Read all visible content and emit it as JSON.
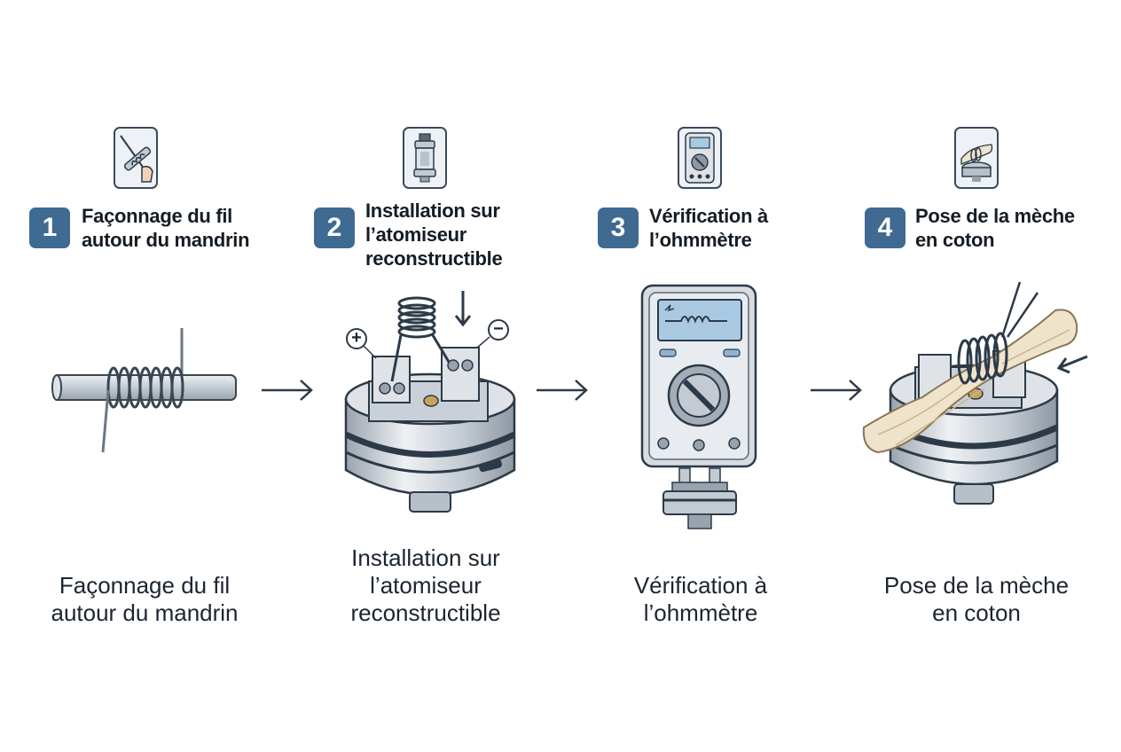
{
  "steps": [
    {
      "number": "1",
      "title_line1": "Façonnage du fil",
      "title_line2": "autour du mandrin",
      "caption_line1": "Façonnage du fil",
      "caption_line2": "autour du mandrin",
      "icon": "coil-winding-icon"
    },
    {
      "number": "2",
      "title_line1": "Installation sur",
      "title_line2": "l’atomiseur",
      "title_line3": "reconstructible",
      "caption_line1": "Installation sur",
      "caption_line2": "l’atomiseur",
      "caption_line3": "reconstructible",
      "icon": "atomizer-tank-icon"
    },
    {
      "number": "3",
      "title_line1": "Vérification à",
      "title_line2": "l’ohmmètre",
      "caption_line1": "Vérification à",
      "caption_line2": "l’ohmmètre",
      "icon": "multimeter-icon"
    },
    {
      "number": "4",
      "title_line1": "Pose de la mèche",
      "title_line2": "en coton",
      "caption_line1": "Pose de la mèche",
      "caption_line2": "en coton",
      "icon": "cotton-wick-icon"
    }
  ],
  "terminal_labels": {
    "positive": "+",
    "negative": "−"
  },
  "colors": {
    "badge": "#3f6a92",
    "outline": "#2c3a48",
    "steel": "#c3cad2",
    "screen": "#a9c9e3",
    "cotton": "#efe3cc",
    "brass": "#c9a45c"
  }
}
